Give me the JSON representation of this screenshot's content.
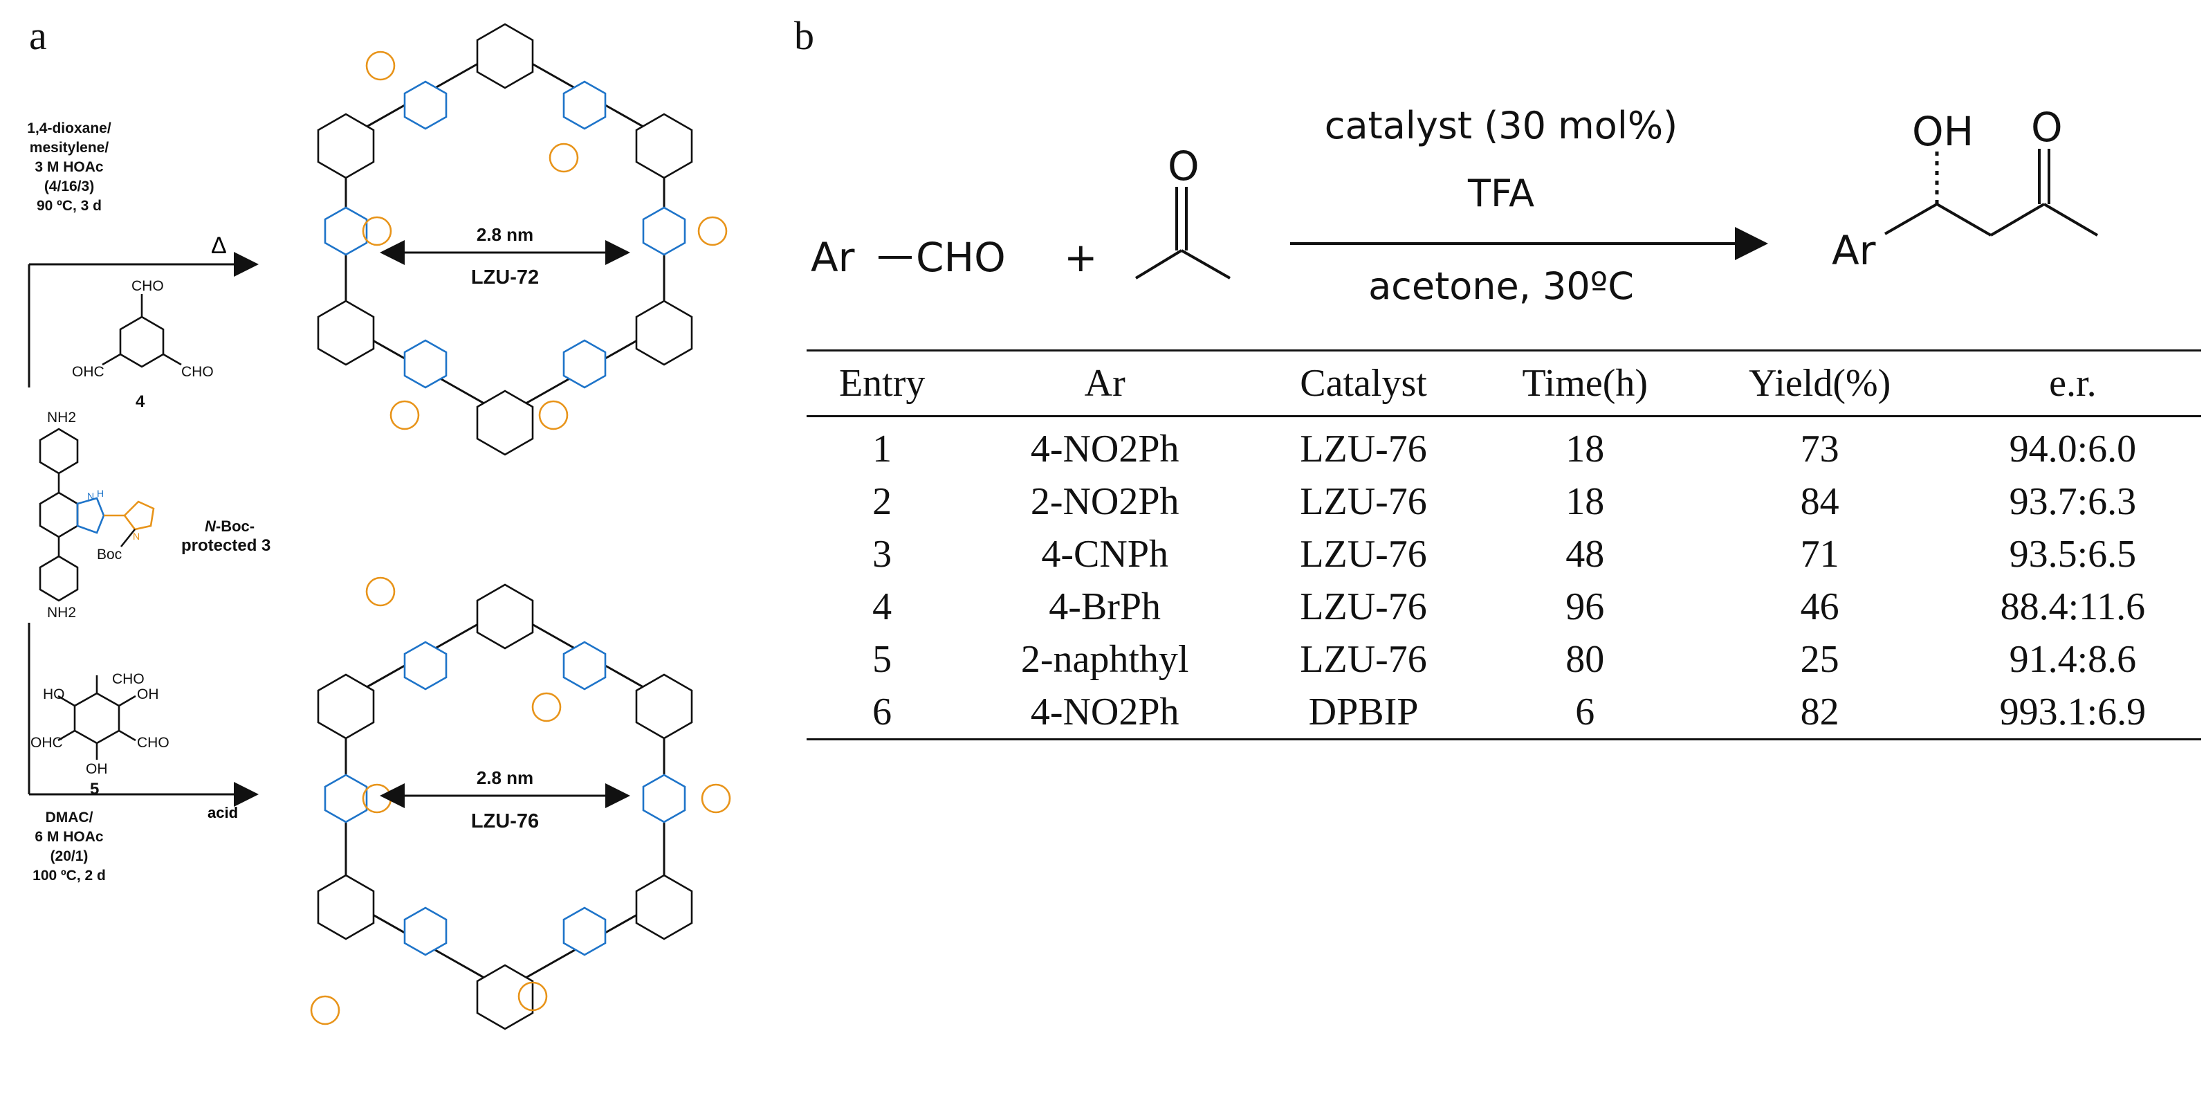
{
  "panel_a": {
    "letter": "a",
    "cof_top_label": "LZU-72",
    "cof_bottom_label": "LZU-76",
    "pore_size_top": "2.8 nm",
    "pore_size_bottom": "2.8 nm",
    "top_conditions": [
      "1,4-dioxane/",
      "mesitylene/",
      "3 M HOAc",
      "(4/16/3)",
      "90 ºC, 3 d"
    ],
    "top_arrow_label": "Δ",
    "monomer_4_label": "4",
    "monomer_4_groups": [
      "CHO",
      "OHC",
      "CHO"
    ],
    "monomer_3_label_prefix": "N",
    "monomer_3_label_rest": "-Boc-",
    "monomer_3_label_line2": "protected 3",
    "monomer_3_groups": [
      "NH2",
      "NH2",
      "Boc",
      "H",
      "N",
      "N"
    ],
    "monomer_5_label": "5",
    "monomer_5_groups": [
      "CHO",
      "HO",
      "OH",
      "OHC",
      "CHO",
      "OH"
    ],
    "bottom_conditions": [
      "DMAC/",
      "6 M HOAc",
      "(20/1)",
      "100 ºC, 2 d"
    ],
    "bottom_arrow_label": "acid"
  },
  "panel_b": {
    "letter": "b",
    "reaction": {
      "reactant_1": "Ar",
      "reactant_1_group": "CHO",
      "plus": "+",
      "acetone_atom": "O",
      "conditions_line1": "catalyst (30 mol%)",
      "conditions_line2": "TFA",
      "conditions_line3": "acetone, 30ºC",
      "product_oh": "OH",
      "product_o": "O",
      "product_ar": "Ar"
    },
    "table": {
      "headers": [
        "Entry",
        "Ar",
        "Catalyst",
        "Time(h)",
        "Yield(%)",
        "e.r."
      ],
      "rows": [
        [
          "1",
          "4-NO2Ph",
          "LZU-76",
          "18",
          "73",
          "94.0:6.0"
        ],
        [
          "2",
          "2-NO2Ph",
          "LZU-76",
          "18",
          "84",
          "93.7:6.3"
        ],
        [
          "3",
          "4-CNPh",
          "LZU-76",
          "48",
          "71",
          "93.5:6.5"
        ],
        [
          "4",
          "4-BrPh",
          "LZU-76",
          "96",
          "46",
          "88.4:11.6"
        ],
        [
          "5",
          "2-naphthyl",
          "LZU-76",
          "80",
          "25",
          "91.4:8.6"
        ],
        [
          "6",
          "4-NO2Ph",
          "DPBIP",
          "6",
          "82",
          "993.1:6.9"
        ]
      ]
    }
  },
  "colors": {
    "benzimidazole": "#1e74c9",
    "pyrrolidine": "#e8941a",
    "ink": "#111111"
  }
}
